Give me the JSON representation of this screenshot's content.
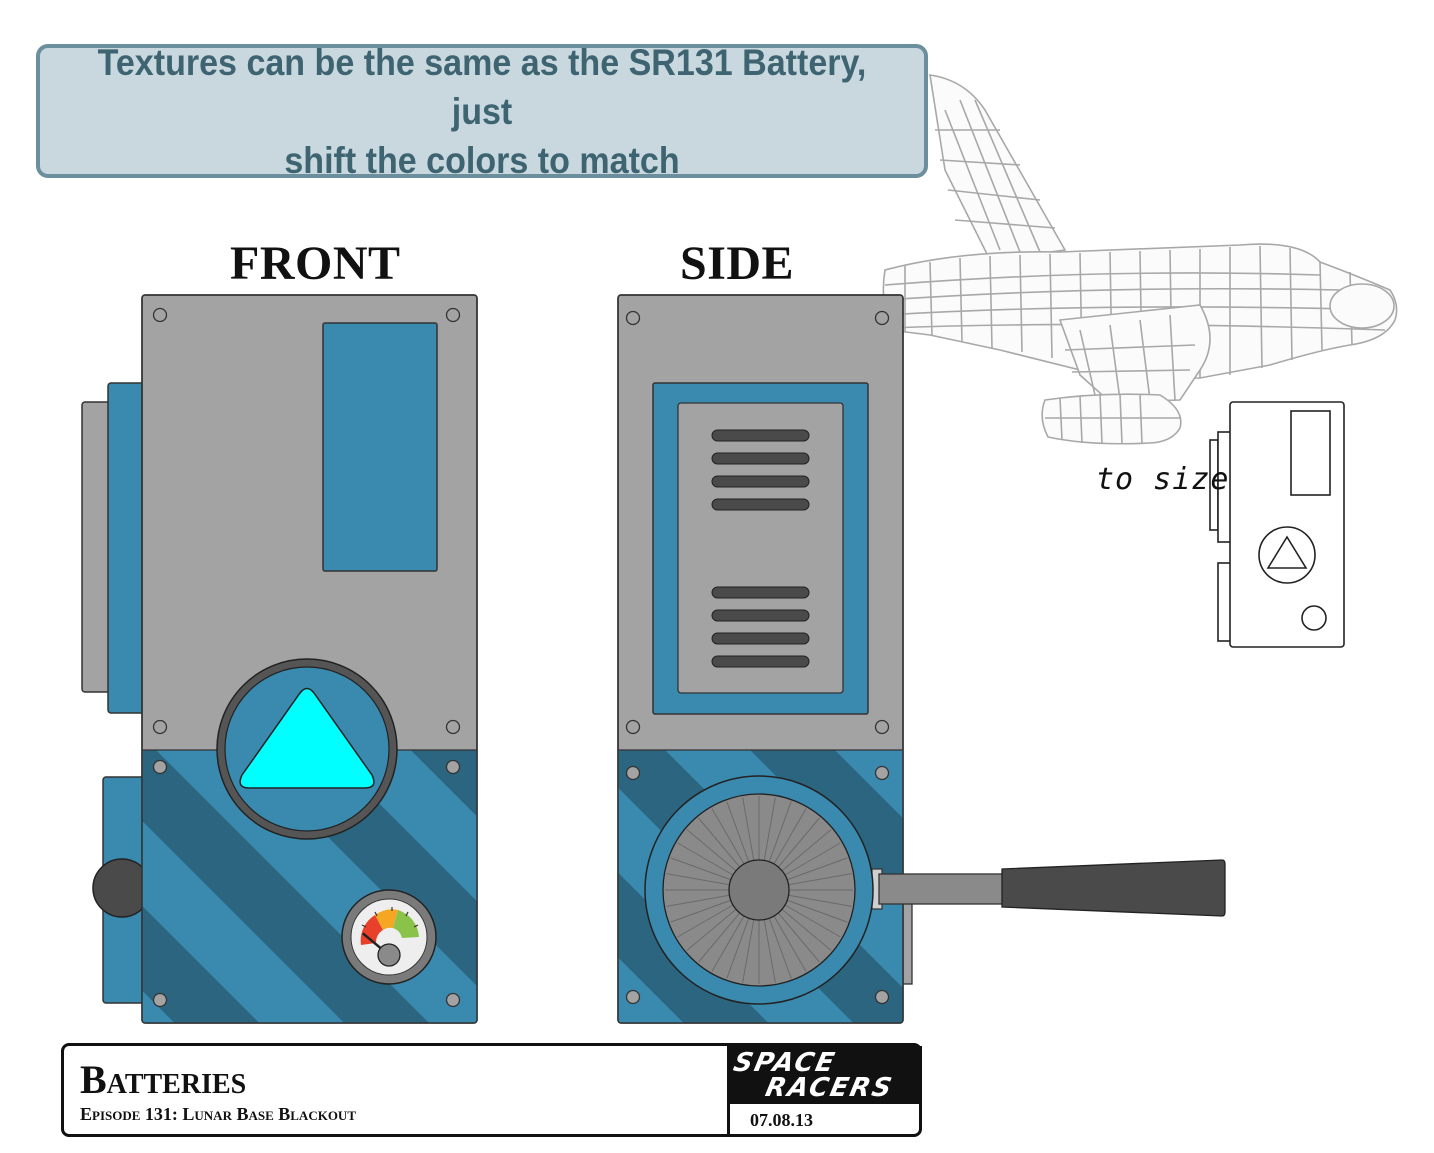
{
  "note": {
    "line1": "Textures can be the same as the SR131 Battery, just",
    "line2": "shift the colors to match"
  },
  "views": {
    "front_label": "FRONT",
    "side_label": "SIDE"
  },
  "reference_note": "to size",
  "title_block": {
    "title": "Batteries",
    "episode": "Episode 131: Lunar Base Blackout",
    "logo_line1": "SPACE",
    "logo_line2": "RACERS",
    "date": "07.08.13"
  },
  "colors": {
    "panel_gray": "#a3a3a3",
    "panel_blue": "#3a8ab0",
    "stripe_dark": "#2c6580",
    "triangle_cyan": "#00ffff",
    "note_bg": "#c9d8df",
    "note_border": "#6b8f9c",
    "note_text": "#3d6470"
  },
  "gauge_level": 0.15
}
